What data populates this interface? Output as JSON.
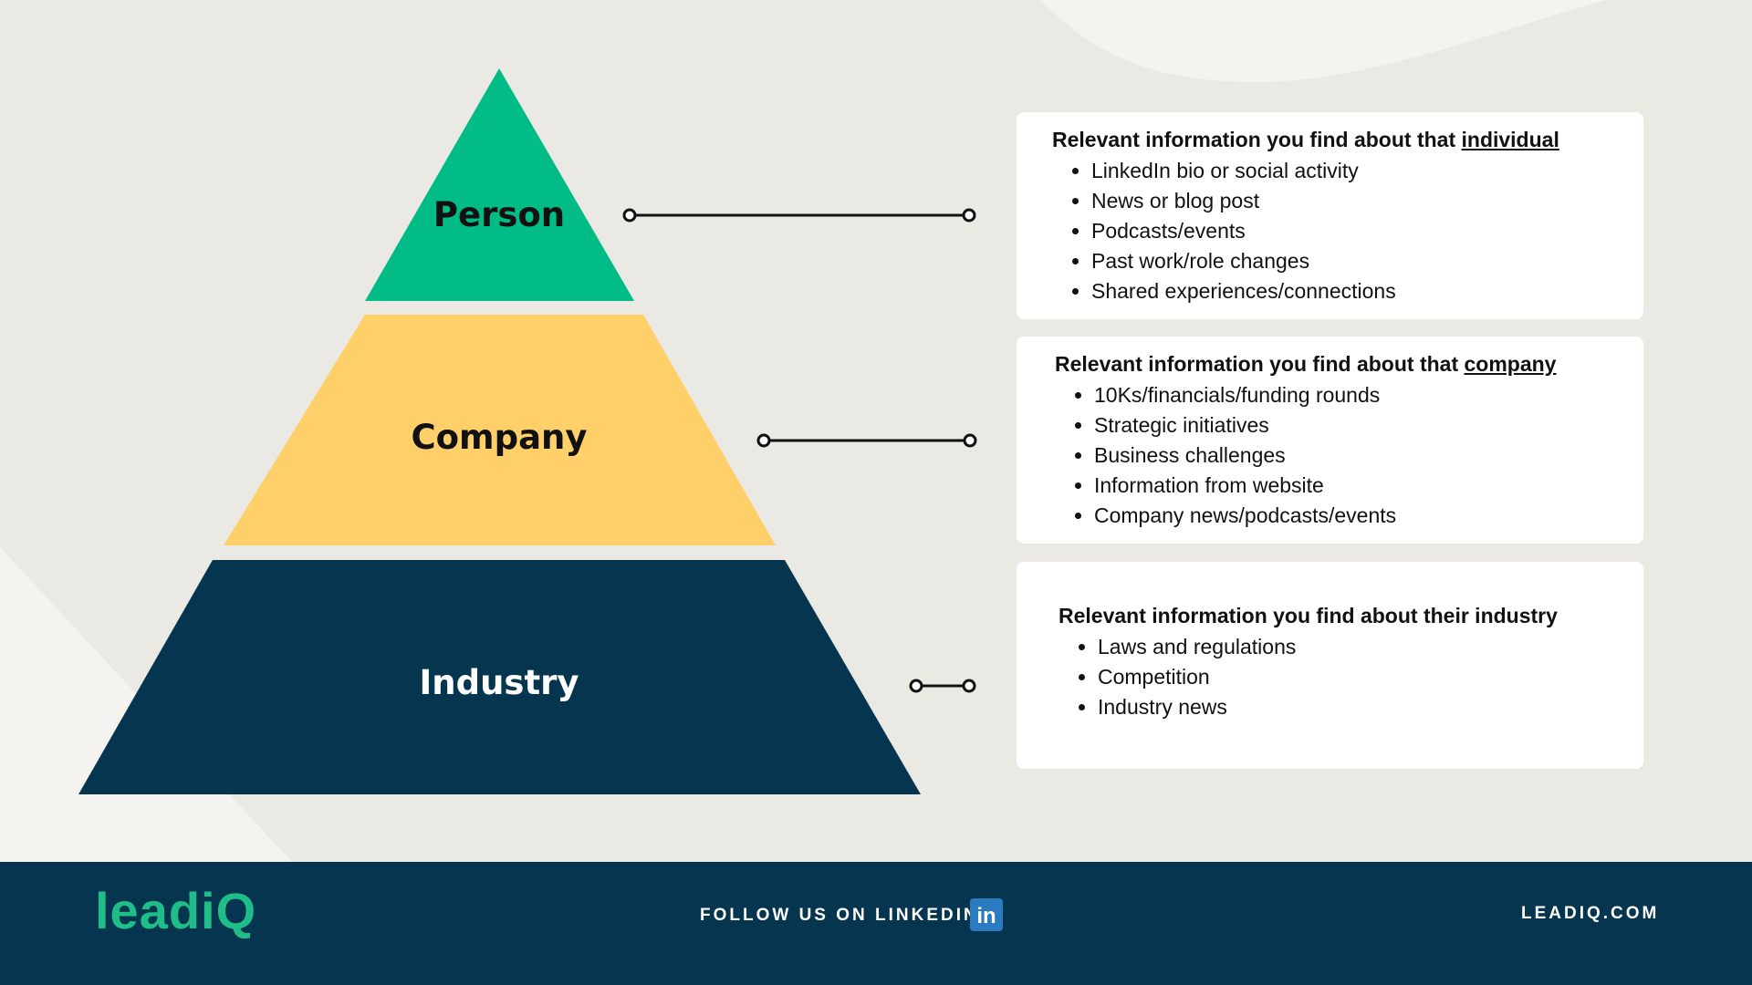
{
  "colors": {
    "background": "#ebe9e4",
    "person": "#01bc86",
    "company": "#ffd069",
    "industry": "#06364f",
    "footer": "#06364f",
    "logo": "#1fbd87",
    "linkedin": "#2a7bbf"
  },
  "pyramid": {
    "tiers": [
      {
        "label": "Person"
      },
      {
        "label": "Company"
      },
      {
        "label": "Industry"
      }
    ]
  },
  "cards": [
    {
      "heading_prefix": "Relevant information you find about that ",
      "heading_emphasis": "individual",
      "items": [
        "LinkedIn bio or social activity",
        "News or blog post",
        "Podcasts/events",
        "Past work/role changes",
        "Shared experiences/connections"
      ]
    },
    {
      "heading_prefix": "Relevant information you find about that ",
      "heading_emphasis": "company",
      "items": [
        "10Ks/financials/funding rounds",
        "Strategic initiatives",
        "Business challenges",
        "Information from website",
        "Company news/podcasts/events"
      ]
    },
    {
      "heading_prefix": "Relevant information you find about their industry",
      "heading_emphasis": "",
      "items": [
        "Laws and regulations",
        "Competition",
        "Industry news"
      ]
    }
  ],
  "footer": {
    "logo_text": "leadiQ",
    "follow_text": "FOLLOW US ON LINKEDIN",
    "linkedin_icon_text": "in",
    "site_text": "LEADIQ.COM"
  }
}
